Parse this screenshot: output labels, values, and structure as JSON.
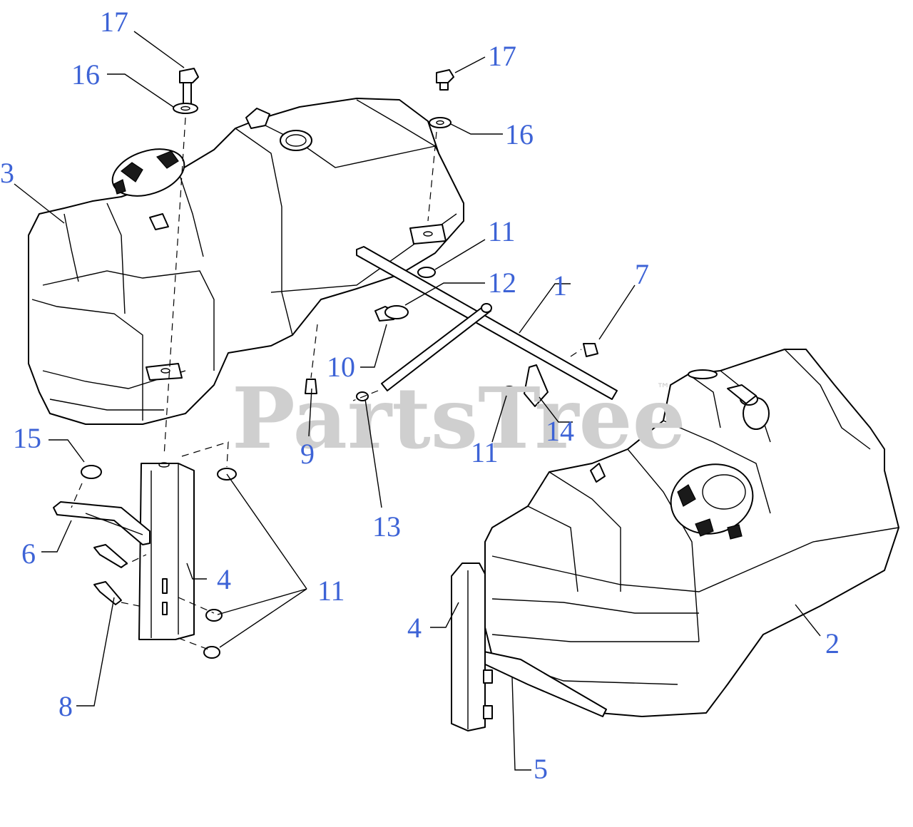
{
  "watermark": {
    "text": "PartsTree",
    "mark": "™"
  },
  "callouts": {
    "c1": "1",
    "c2": "2",
    "c3": "3",
    "c4a": "4",
    "c4b": "4",
    "c5": "5",
    "c6": "6",
    "c7": "7",
    "c8": "8",
    "c9": "9",
    "c10": "10",
    "c11a": "11",
    "c11b": "11",
    "c11c": "11",
    "c12": "12",
    "c13": "13",
    "c14": "14",
    "c15": "15",
    "c16a": "16",
    "c16b": "16",
    "c17a": "17",
    "c17b": "17"
  },
  "colors": {
    "callout": "#3d63d6",
    "line": "#000000",
    "watermark": "#cfcfcf"
  }
}
